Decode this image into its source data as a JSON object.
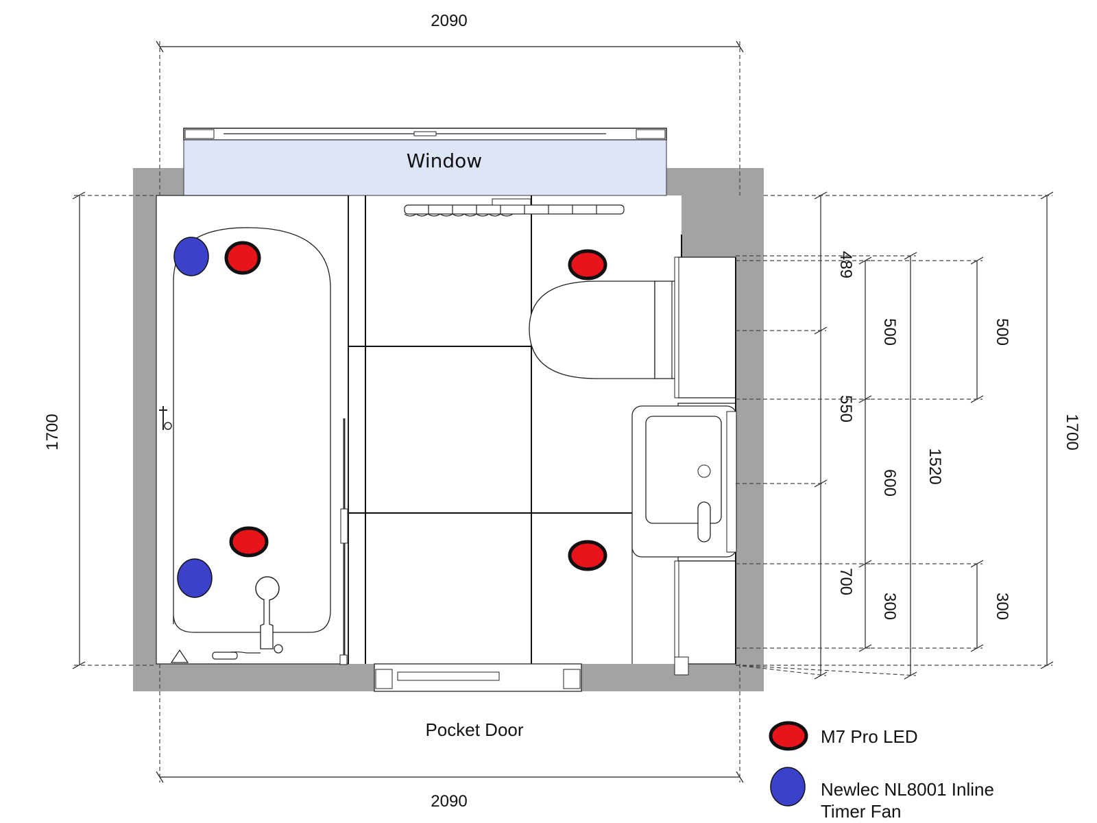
{
  "dimensions": {
    "top_width": "2090",
    "bottom_width": "2090",
    "left_height": "1700",
    "right_height": "1700",
    "seg_489": "489",
    "seg_550": "550",
    "seg_700": "700",
    "seg_500a": "500",
    "seg_600": "600",
    "seg_300a": "300",
    "seg_1520": "1520",
    "seg_500b": "500",
    "seg_300b": "300"
  },
  "labels": {
    "window": "Window",
    "pocket_door": "Pocket Door"
  },
  "legend": {
    "led_label": "M7 Pro LED",
    "fan_label_line1": "Newlec NL8001 Inline",
    "fan_label_line2": "Timer Fan"
  },
  "colors": {
    "wall": "#a3a3a3",
    "window_fill": "#dde5f6",
    "led_fill": "#e8141c",
    "fan_fill": "#3b41c8"
  }
}
